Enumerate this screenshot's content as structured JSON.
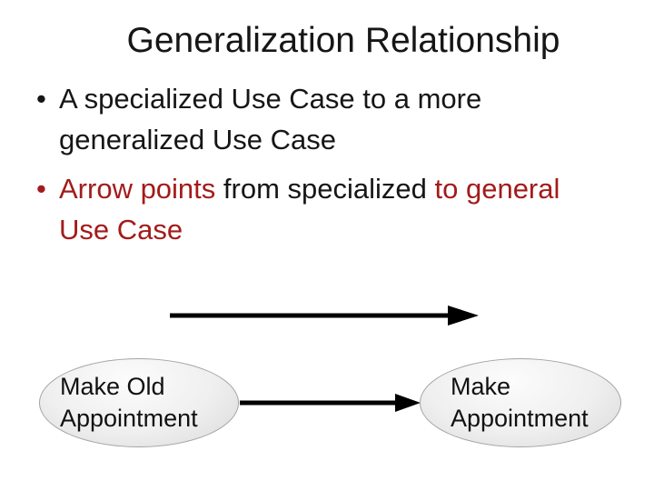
{
  "slide": {
    "title": "Generalization Relationship",
    "bullet_char": "•",
    "colors": {
      "background": "#FFFFFF",
      "text": "#161616",
      "red_text": "#A31B1B",
      "arrow": "#000000",
      "ellipse_border": "#A3A3A3",
      "ellipse_fill_light": "#FCFCFC",
      "ellipse_fill_dark": "#D9D9D9"
    }
  },
  "bullets": [
    {
      "marker_color": "black",
      "text": "A specialized Use Case to a more generalized Use Case",
      "lines": [
        [
          {
            "text": "A specialized Use Case to a more",
            "color": "black"
          }
        ],
        [
          {
            "text": "generalized Use Case",
            "color": "black"
          }
        ]
      ]
    },
    {
      "marker_color": "red",
      "text": "Arrow points from specialized to general Use Case",
      "lines": [
        [
          {
            "text": "Arrow points ",
            "color": "red"
          },
          {
            "text": "from specialized ",
            "color": "black"
          },
          {
            "text": "to general",
            "color": "red"
          }
        ],
        [
          {
            "text": "Use Case",
            "color": "red"
          }
        ]
      ]
    }
  ],
  "diagram": {
    "generalization_arrow_icon": "right-arrow",
    "connector_arrow_icon": "right-arrow",
    "specialized_use_case": {
      "label": "Make Old Appointment"
    },
    "general_use_case": {
      "label": "Make Appointment"
    }
  }
}
